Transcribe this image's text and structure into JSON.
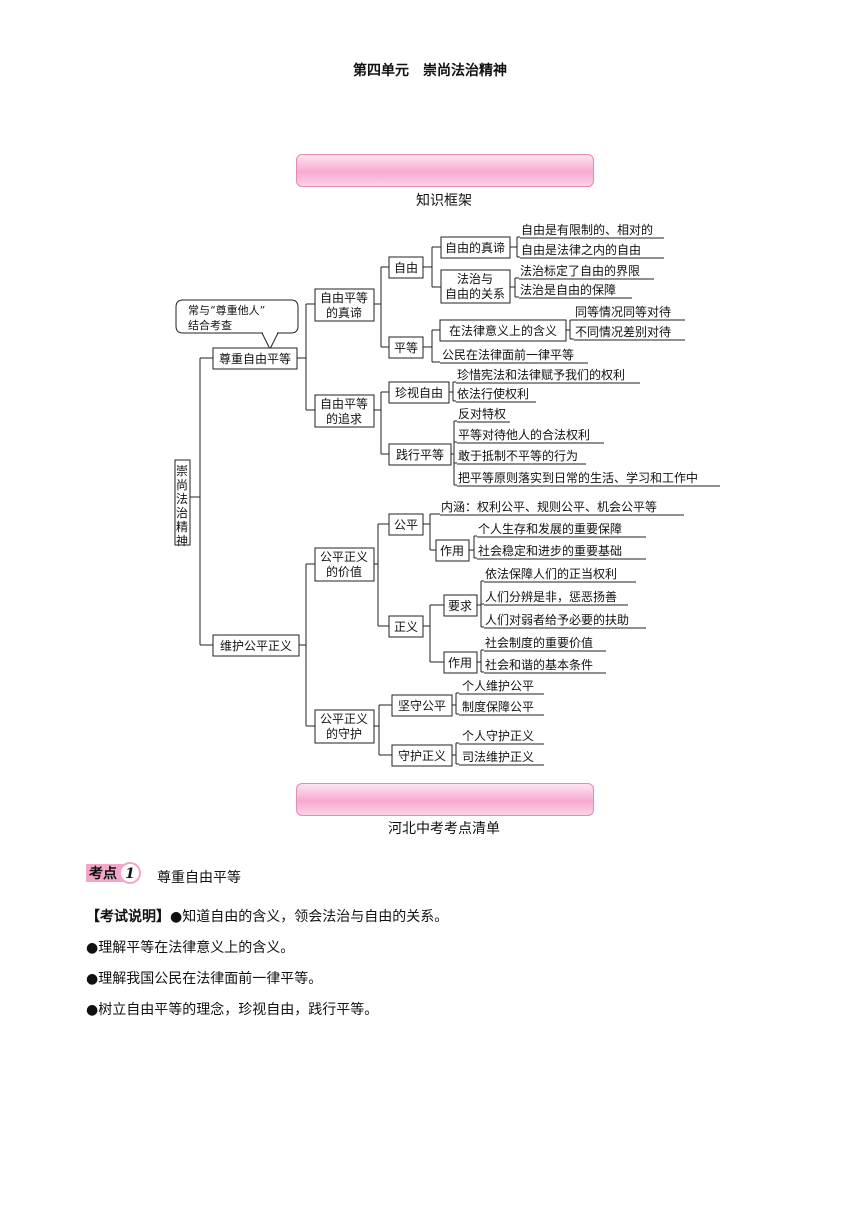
{
  "header": {
    "title": "第四单元　崇尚法治精神"
  },
  "sections": {
    "framework": "知识框架",
    "checklist": "河北中考考点清单"
  },
  "mindmap": {
    "root": "崇尚法治精神",
    "callout": [
      "常与“尊重他人”",
      "结合考查"
    ],
    "b1": "尊重自由平等",
    "b2": "维护公平正义",
    "zz": [
      "自由平等",
      "的真谛"
    ],
    "zq": [
      "自由平等",
      "的追求"
    ],
    "ziyou": "自由",
    "zy_zd": "自由的真谛",
    "zy_zd_1": "自由是有限制的、相对的",
    "zy_zd_2": "自由是法律之内的自由",
    "fz_gx": [
      "法治与",
      "自由的关系"
    ],
    "fz_1": "法治标定了自由的界限",
    "fz_2": "法治是自由的保障",
    "pingdeng": "平等",
    "pd_hy": "在法律意义上的含义",
    "pd_hy_1": "同等情况同等对待",
    "pd_hy_2": "不同情况差别对待",
    "pd_gm": "公民在法律面前一律平等",
    "zszy": "珍视自由",
    "zszy_1": "珍惜宪法和法律赋予我们的权利",
    "zszy_2": "依法行使权利",
    "jxpd": "践行平等",
    "jx_1": "反对特权",
    "jx_2": "平等对待他人的合法权利",
    "jx_3": "敢于抵制不平等的行为",
    "jx_4": "把平等原则落实到日常的生活、学习和工作中",
    "jz": [
      "公平正义",
      "的价值"
    ],
    "sh": [
      "公平正义",
      "的守护"
    ],
    "gongping": "公平",
    "gp_nh": "内涵：权利公平、规则公平、机会公平等",
    "gp_zy": "作用",
    "gp_zy_1": "个人生存和发展的重要保障",
    "gp_zy_2": "社会稳定和进步的重要基础",
    "zhengyi": "正义",
    "zy_yq": "要求",
    "zy_yq_1": "依法保障人们的正当权利",
    "zy_yq_2": "人们分辨是非，惩恶扬善",
    "zy_yq_3": "人们对弱者给予必要的扶助",
    "zy_zy": "作用",
    "zy_zy_1": "社会制度的重要价值",
    "zy_zy_2": "社会和谐的基本条件",
    "jsgp": "坚守公平",
    "jsgp_1": "个人维护公平",
    "jsgp_2": "制度保障公平",
    "shzy": "守护正义",
    "shzy_1": "个人守护正义",
    "shzy_2": "司法维护正义"
  },
  "kaodian": {
    "badge_label": "考点",
    "badge_num": "1",
    "title": "尊重自由平等",
    "exam_label": "【考试说明】",
    "items": [
      "●知道自由的含义，领会法治与自由的关系。",
      "●理解平等在法律意义上的含义。",
      "●理解我国公民在法律面前一律平等。",
      "●树立自由平等的理念，珍视自由，践行平等。"
    ]
  },
  "colors": {
    "banner_pink": "#f7a9cf",
    "badge_pink": "#f3a6c8"
  }
}
